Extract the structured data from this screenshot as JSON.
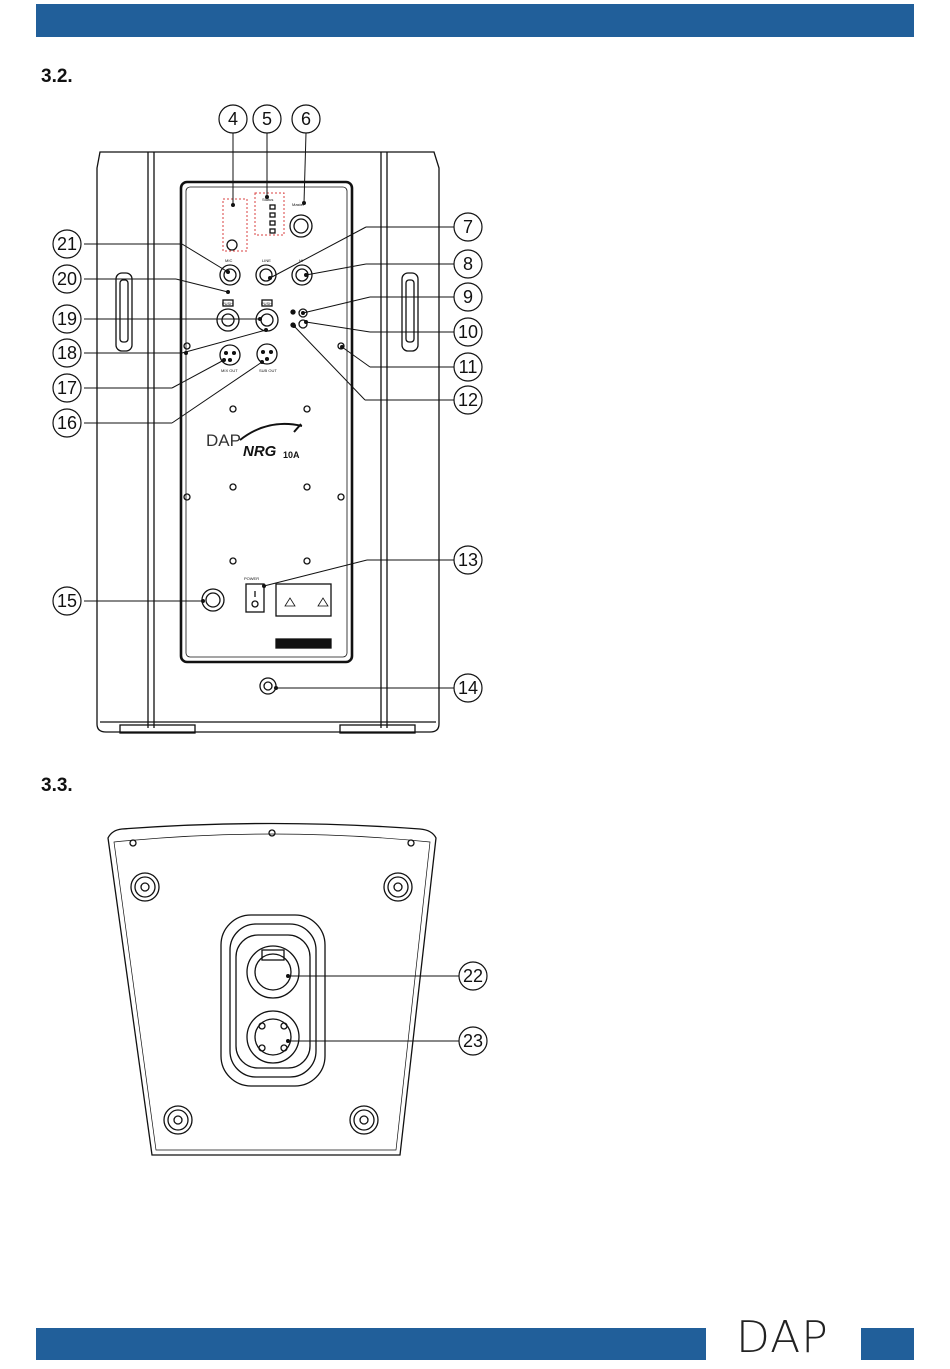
{
  "sections": {
    "s32": "3.2.",
    "s33": "3.3."
  },
  "brand": {
    "footer": "DAP",
    "panel_logo_brand": "DAP",
    "panel_logo_model": "NRG",
    "panel_logo_size": "10A"
  },
  "panel_labels": {
    "mic": "MIC",
    "line": "LINE",
    "hi": "HI",
    "master": "Master",
    "power": "POWER",
    "mix_out": "MIX OUT",
    "sub_out": "SUB OUT",
    "status": "Status",
    "push": "PUSH"
  },
  "callouts": [
    "4",
    "5",
    "6",
    "7",
    "8",
    "9",
    "10",
    "11",
    "12",
    "13",
    "14",
    "15",
    "16",
    "17",
    "18",
    "19",
    "20",
    "21",
    "22",
    "23"
  ],
  "colors": {
    "accent_bar": "#215f9a",
    "line": "#111111",
    "dashed_box": "#d94040"
  },
  "icons": {
    "dap_logo": "dap-logo",
    "bluetooth": "bluetooth-icon",
    "warning": "warning-icon"
  }
}
